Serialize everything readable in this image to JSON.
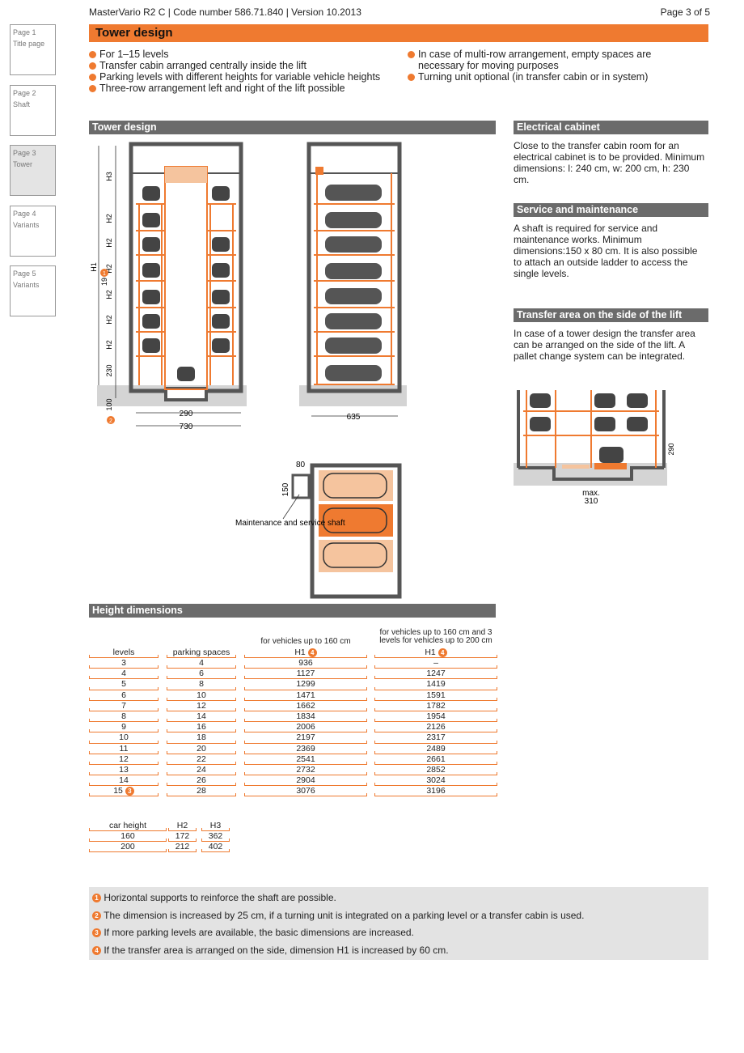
{
  "header": {
    "doc_info": "MasterVario R2 C | Code number 586.71.840 | Version 10.2013",
    "page_info": "Page 3 of 5"
  },
  "nav": [
    {
      "page": "Page 1",
      "label": "Title page"
    },
    {
      "page": "Page 2",
      "label": "Shaft"
    },
    {
      "page": "Page 3",
      "label": "Tower"
    },
    {
      "page": "Page 4",
      "label": "Variants"
    },
    {
      "page": "Page 5",
      "label": "Variants"
    }
  ],
  "title": "Tower design",
  "bullets_left": [
    "For 1–15 levels",
    "Transfer cabin arranged centrally inside the lift",
    "Parking levels with different heights for variable vehicle heights",
    "Three-row arrangement left and right of the lift possible"
  ],
  "bullets_right": [
    "In case of multi-row arrangement, empty spaces are necessary for moving purposes",
    "Turning unit optional (in transfer cabin or in system)"
  ],
  "sections": {
    "tower_design": "Tower design",
    "electrical_cabinet": {
      "title": "Electrical cabinet",
      "text": "Close to the transfer cabin room for an electrical cabinet is to be provided. Minimum dimensions: l: 240 cm, w: 200 cm, h: 230 cm."
    },
    "service": {
      "title": "Service and maintenance",
      "text": "A shaft is required for service and maintenance works. Minimum dimensions:150 x 80 cm. It is also possible to attach an outside ladder to access the single levels."
    },
    "transfer": {
      "title": "Transfer area on the side of the lift",
      "text": "In case of a tower design the transfer area can be arranged on the side of the lift. A pallet change system can be integrated."
    },
    "height_dimensions": "Height dimensions"
  },
  "drawing_labels": {
    "h3": "H3",
    "h2": "H2",
    "h1": "H1",
    "d19": "19",
    "d230": "230",
    "d100": "100",
    "d290": "290",
    "d730": "730",
    "d635": "635",
    "d80": "80",
    "d150": "150",
    "maintenance": "Maintenance and service shaft",
    "side_290": "290",
    "max": "max.",
    "d310": "310",
    "marker1": "1",
    "marker2": "2"
  },
  "height_table": {
    "group_a": "for vehicles up to 160 cm",
    "group_b": "for vehicles up to 160 cm and 3 levels for vehicles up to 200 cm",
    "col_levels": "levels",
    "col_spaces": "parking spaces",
    "col_h1": "H1",
    "h1_marker": "4",
    "level15_marker": "3",
    "rows": [
      [
        "3",
        "4",
        "936",
        "–"
      ],
      [
        "4",
        "6",
        "1127",
        "1247"
      ],
      [
        "5",
        "8",
        "1299",
        "1419"
      ],
      [
        "6",
        "10",
        "1471",
        "1591"
      ],
      [
        "7",
        "12",
        "1662",
        "1782"
      ],
      [
        "8",
        "14",
        "1834",
        "1954"
      ],
      [
        "9",
        "16",
        "2006",
        "2126"
      ],
      [
        "10",
        "18",
        "2197",
        "2317"
      ],
      [
        "11",
        "20",
        "2369",
        "2489"
      ],
      [
        "12",
        "22",
        "2541",
        "2661"
      ],
      [
        "13",
        "24",
        "2732",
        "2852"
      ],
      [
        "14",
        "26",
        "2904",
        "3024"
      ],
      [
        "15",
        "28",
        "3076",
        "3196"
      ]
    ]
  },
  "car_table": {
    "col_car": "car height",
    "col_h2": "H2",
    "col_h3": "H3",
    "rows": [
      [
        "160",
        "172",
        "362"
      ],
      [
        "200",
        "212",
        "402"
      ]
    ]
  },
  "notes": [
    {
      "n": "1",
      "text": "Horizontal supports to reinforce the shaft are possible."
    },
    {
      "n": "2",
      "text": "The dimension is increased by 25 cm, if a turning unit is integrated on a parking level or a transfer cabin is used."
    },
    {
      "n": "3",
      "text": "If more parking levels are available, the basic dimensions are increased."
    },
    {
      "n": "4",
      "text": "If the transfer area is arranged on the side, dimension H1 is increased by 60 cm."
    }
  ],
  "colors": {
    "accent": "#ef7a30",
    "section_bar": "#6b6b6b",
    "note_bg": "#e3e3e3"
  }
}
